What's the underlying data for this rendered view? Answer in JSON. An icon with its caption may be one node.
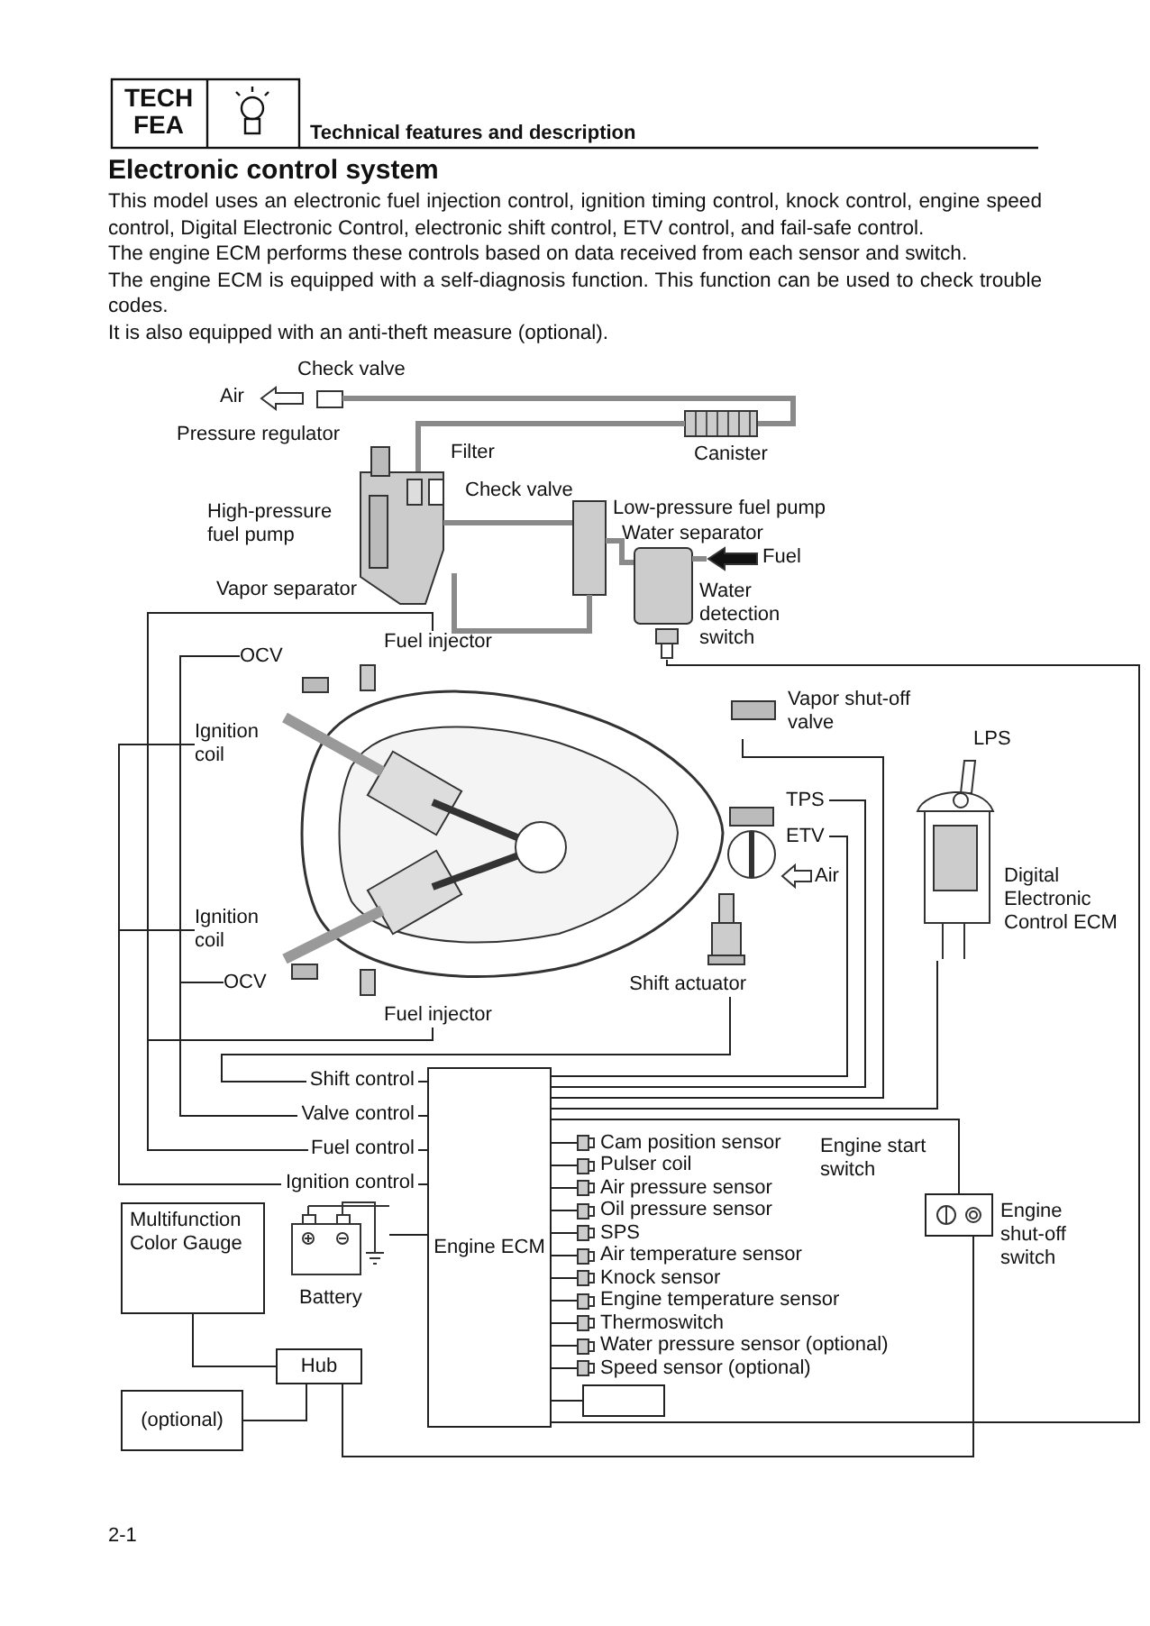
{
  "diagram": {
    "title": "Electronic control system",
    "nodes": [
      {
        "text": [
          "Water detection switch"
        ]
      },
      {
        "text": [
          "OCV"
        ]
      },
      {
        "text": [
          "Fuel injector"
        ]
      },
      {
        "text": [
          "Vapor shut-off valve"
        ]
      },
      {
        "text": [
          "Ignition coil"
        ]
      },
      {
        "text": [
          "TPS"
        ]
      },
      {
        "text": [
          "ETV"
        ]
      },
      {
        "text": [
          "Ignition coil"
        ]
      },
      {
        "text": [
          "OCV"
        ]
      },
      {
        "text": [
          "Digital Electronic Control ECM"
        ],
        "beside": [
          "LPS"
        ]
      },
      {
        "text": [
          "Shift actuator"
        ]
      },
      {
        "text": [
          "Fuel injector"
        ]
      },
      {
        "text": [
          "Engine ECM"
        ]
      },
      {
        "text": [
          "Cam position sensor"
        ]
      },
      {
        "text": [
          "Pulser coil"
        ]
      },
      {
        "text": [
          "Air pressure sensor"
        ]
      },
      {
        "text": [
          "Oil pressure sensor"
        ]
      },
      {
        "text": [
          "SPS"
        ]
      },
      {
        "text": [
          "Air temperature sensor"
        ]
      },
      {
        "text": [
          "Knock sensor"
        ]
      },
      {
        "text": [
          "Engine temperature sensor"
        ]
      },
      {
        "text": [
          "Thermoswitch"
        ]
      },
      {
        "text": [
          "Water pressure sensor (optional)"
        ]
      },
      {
        "text": [
          "Speed sensor (optional)"
        ]
      },
      {
        "text": [],
        "shape": "box",
        "beside": [
          "Engine start switch",
          "Engine shut-off switch"
        ]
      },
      {
        "text": [
          "Multifunction Color Gauge"
        ]
      },
      {
        "text": [
          "Battery"
        ]
      },
      {
        "text": [
          "Hub"
        ]
      },
      {
        "text": [
          "(optional)"
        ]
      },
      {
        "text": [],
        "shape": "box"
      }
    ],
    "edges": [
      {
        "from": 12,
        "to": 10,
        "arrow": "none",
        "label": "Shift control"
      },
      {
        "from": 12,
        "to": 1,
        "arrow": "none",
        "label": "Valve control"
      },
      {
        "from": 12,
        "to": 8,
        "arrow": "none"
      },
      {
        "from": 12,
        "to": 2,
        "arrow": "none",
        "label": "Fuel control"
      },
      {
        "from": 12,
        "to": 11,
        "arrow": "none"
      },
      {
        "from": 12,
        "to": 4,
        "arrow": "none",
        "label": "Ignition control"
      },
      {
        "from": 12,
        "to": 7,
        "arrow": "none"
      },
      {
        "from": 12,
        "to": 6,
        "arrow": "none"
      },
      {
        "from": 12,
        "to": 5,
        "arrow": "none"
      },
      {
        "from": 12,
        "to": 3,
        "arrow": "none"
      },
      {
        "from": 12,
        "to": 9,
        "arrow": "none"
      },
      {
        "from": 12,
        "to": 24,
        "arrow": "none"
      },
      {
        "from": 12,
        "to": 13,
        "arrow": "none"
      },
      {
        "from": 12,
        "to": 14,
        "arrow": "none"
      },
      {
        "from": 12,
        "to": 15,
        "arrow": "none"
      },
      {
        "from": 12,
        "to": 16,
        "arrow": "none"
      },
      {
        "from": 12,
        "to": 17,
        "arrow": "none"
      },
      {
        "from": 12,
        "to": 18,
        "arrow": "none"
      },
      {
        "from": 12,
        "to": 19,
        "arrow": "none"
      },
      {
        "from": 12,
        "to": 20,
        "arrow": "none"
      },
      {
        "from": 12,
        "to": 21,
        "arrow": "none"
      },
      {
        "from": 12,
        "to": 22,
        "arrow": "none"
      },
      {
        "from": 12,
        "to": 23,
        "arrow": "none"
      },
      {
        "from": 12,
        "to": 29,
        "arrow": "none"
      },
      {
        "from": 12,
        "to": 0,
        "arrow": "none"
      },
      {
        "from": 12,
        "to": 26,
        "arrow": "none"
      },
      {
        "from": 25,
        "to": 27,
        "arrow": "none"
      },
      {
        "from": 28,
        "to": 27,
        "arrow": "none"
      },
      {
        "from": 27,
        "to": 24,
        "arrow": "none"
      }
    ],
    "labels": [
      "TECH FEA",
      "Technical features and description",
      "This model uses an electronic fuel injection control, ignition timing control, knock control, engine speed control, Digital Electronic Control, electronic shift control, ETV control, and fail-safe control.",
      "The engine ECM performs these controls based on data received from each sensor and switch.",
      "The engine ECM is equipped with a self-diagnosis function. This function can be used to check trouble codes.",
      "It is also equipped with an anti-theft measure (optional).",
      "Check valve",
      "Air",
      "Pressure regulator",
      "Filter",
      "Canister",
      "High-pressure fuel pump",
      "Check valve",
      "Low-pressure fuel pump",
      "Water separator",
      "Fuel",
      "Vapor separator",
      "Air",
      "2-1"
    ]
  }
}
